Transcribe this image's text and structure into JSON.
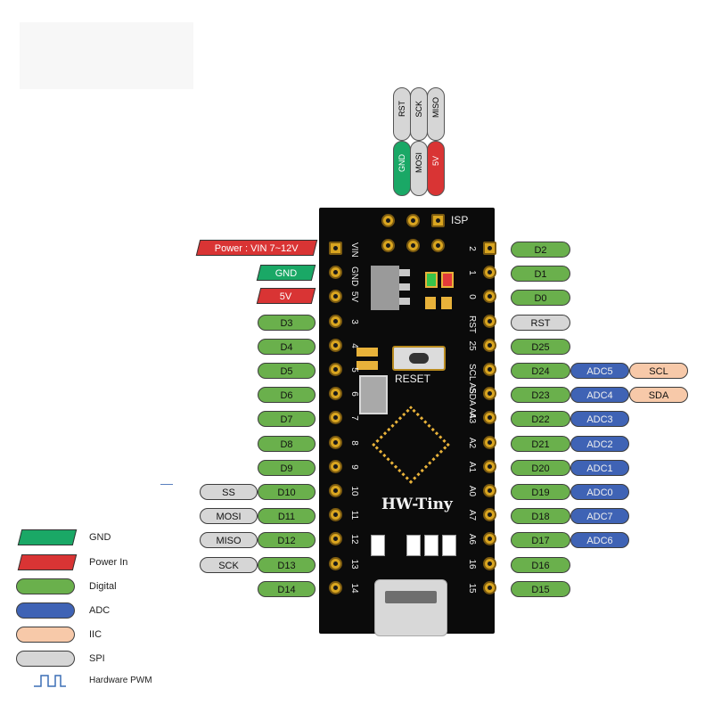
{
  "isp": {
    "top_row": [
      "RST",
      "SCK",
      "MISO"
    ],
    "bottom_row": [
      "GND",
      "MOSI",
      "5V"
    ],
    "label": "ISP"
  },
  "board": {
    "name": "HW-Tiny",
    "reset_label": "RESET"
  },
  "left_labels": {
    "vin": "Power : VIN  7~12V",
    "gnd": "GND",
    "v5": "5V",
    "digital": [
      "D3",
      "D4",
      "D5",
      "D6",
      "D7",
      "D8",
      "D9",
      "D10",
      "D11",
      "D12",
      "D13",
      "D14"
    ],
    "spi": [
      "SS",
      "MOSI",
      "MISO",
      "SCK"
    ]
  },
  "left_silk": [
    "VIN",
    "GND",
    "5V",
    "3",
    "4",
    "5",
    "6",
    "7",
    "8",
    "9",
    "10",
    "11",
    "12",
    "13",
    "14"
  ],
  "right_silk": [
    "2",
    "1",
    "0",
    "RST",
    "25",
    "SCL A5",
    "SDA A4",
    "A3",
    "A2",
    "A1",
    "A0",
    "A7",
    "A6",
    "16",
    "15"
  ],
  "right_labels": {
    "digital": [
      "D2",
      "D1",
      "D0",
      "RST",
      "D25",
      "D24",
      "D23",
      "D22",
      "D21",
      "D20",
      "D19",
      "D18",
      "D17",
      "D16",
      "D15"
    ],
    "adc": [
      "ADC5",
      "ADC4",
      "ADC3",
      "ADC2",
      "ADC1",
      "ADC0",
      "ADC7",
      "ADC6"
    ],
    "iic": [
      "SCL",
      "SDA"
    ]
  },
  "legend": {
    "gnd": "GND",
    "power": "Power In",
    "digital": "Digital",
    "adc": "ADC",
    "iic": "IIC",
    "spi": "SPI",
    "pwm": "Hardware PWM"
  },
  "colors": {
    "digital": "#6ab04c",
    "adc": "#3f63b5",
    "iic": "#f7c9a9",
    "spi": "#d6d6d6",
    "gnd": "#1aa866",
    "power": "#d93434"
  }
}
